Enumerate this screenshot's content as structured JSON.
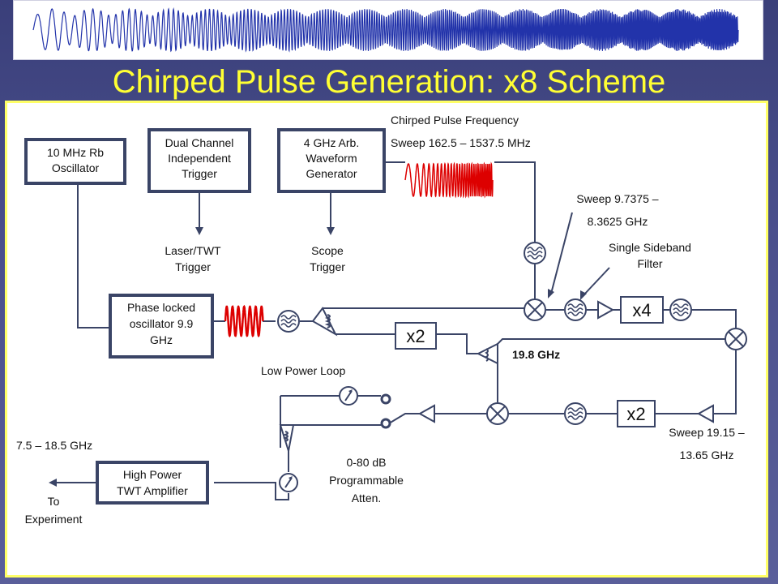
{
  "slide": {
    "title": "Chirped Pulse Generation: x8 Scheme",
    "accent_color": "#ffff33",
    "background_color": "#4a4f8c"
  },
  "blocks": {
    "rb_osc": [
      "10 MHz Rb",
      "Oscillator"
    ],
    "trigger": [
      "Dual Channel",
      "Independent",
      "Trigger"
    ],
    "awg": [
      "4 GHz Arb.",
      "Waveform",
      "Generator"
    ],
    "pll": [
      "Phase locked",
      "oscillator 9.9",
      "GHz"
    ],
    "twt": [
      "High Power",
      "TWT Amplifier"
    ],
    "x4": "x4",
    "x2_top": "x2",
    "x2_bottom": "x2"
  },
  "labels": {
    "chirp_freq": [
      "Chirped Pulse Frequency",
      "Sweep 162.5 – 1537.5 MHz"
    ],
    "sweep_mid": [
      "Sweep 9.7375 –",
      "8.3625 GHz"
    ],
    "ssb": [
      "Single Sideband",
      "Filter"
    ],
    "laser": [
      "Laser/TWT",
      "Trigger"
    ],
    "scope": [
      "Scope",
      "Trigger"
    ],
    "ghz_198": "19.8 GHz",
    "low_power": "Low Power Loop",
    "sweep_low": [
      "Sweep 19.15 –",
      "13.65 GHz"
    ],
    "atten": [
      "0-80 dB",
      "Programmable",
      "Atten."
    ],
    "out_range": "7.5 – 18.5 GHz",
    "to_exp": [
      "To",
      "Experiment"
    ]
  },
  "icons": [
    "mixer-icon",
    "bandpass-filter-icon",
    "amplifier-icon",
    "power-splitter-icon",
    "switch-icon",
    "variable-attenuator-icon",
    "chirp-waveform-icon",
    "sine-waveform-icon"
  ]
}
